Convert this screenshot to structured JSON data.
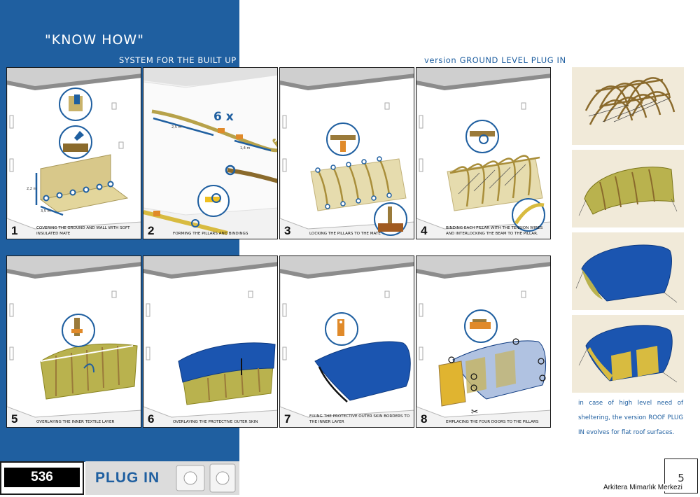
{
  "header": {
    "title": "\"KNOW HOW\"",
    "subtitle_left": "SYSTEM FOR THE BUILT UP",
    "subtitle_right": "version GROUND LEVEL PLUG IN"
  },
  "steps": [
    {
      "number": "1",
      "caption": "COVERING THE GROUND AND WALL WITH SOFT INSULATED MATE",
      "dims": [
        "2,2 m",
        "3,5 m"
      ]
    },
    {
      "number": "2",
      "caption": "FORMING THE PILLARS AND BINDINGS",
      "multiplier": "6 x",
      "dims": [
        "2,5 m",
        "1,4 m"
      ]
    },
    {
      "number": "3",
      "caption": "LOCKING THE PILLARS TO THE MATE"
    },
    {
      "number": "4",
      "caption": "BINDING EACH PILLAR WITH THE TENSION WIRES AND INTERLOCKING THE BEAM TO THE PILLAR."
    },
    {
      "number": "5",
      "caption": "OVERLAYING THE INNER TEXTILE LAYER"
    },
    {
      "number": "6",
      "caption": "OVERLAYING THE PROTECTIVE OUTER SKIN"
    },
    {
      "number": "7",
      "caption": "FIXING THE PROTECTIVE OUTER SKIN BORDERS TO THE INNER LAYER"
    },
    {
      "number": "8",
      "caption": "EMPLACING THE FOUR DOORS TO THE PILLARS"
    }
  ],
  "side_note": "in case of high level need of sheltering, the version ROOF PLUG IN evolves for flat roof surfaces.",
  "footer": {
    "project_number": "536",
    "logo_text": "PLUG IN",
    "page_number": "5",
    "credit": "Arkitera Mimarlık Merkezi"
  },
  "colors": {
    "brand_blue": "#1f5fa0",
    "mat_yellow": "#d8c88a",
    "skin_blue": "#1b55b0",
    "textile_green": "#b9b24e",
    "pillar_brown": "#8a6a2c"
  }
}
